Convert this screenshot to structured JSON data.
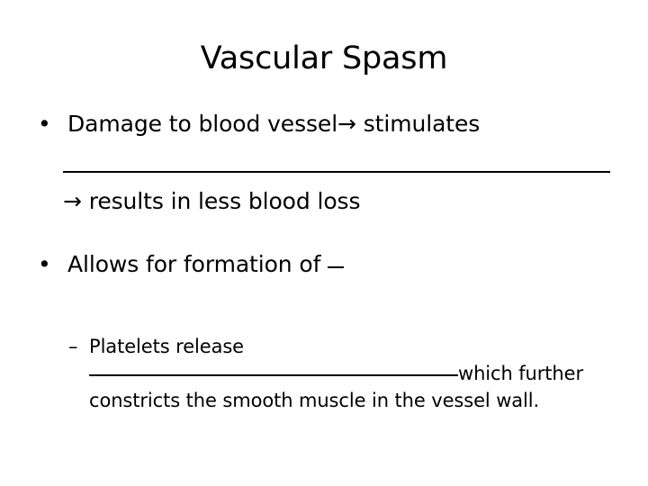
{
  "slide": {
    "title": "Vascular Spasm",
    "background_color": "#ffffff",
    "text_color": "#000000"
  },
  "content": {
    "bullets": [
      {
        "level": 1,
        "marker": "•",
        "text": "Damage to blood vessel→ stimulates",
        "blank_after": "wide"
      },
      {
        "level": 1,
        "marker": "",
        "text": "→ results in less blood loss",
        "blank_after": "none"
      },
      {
        "level": 1,
        "marker": "•",
        "text": "Allows for formation of ",
        "blank_after": "tiny"
      },
      {
        "level": 2,
        "marker": "–",
        "text": "Platelets release",
        "blank_after": "none"
      },
      {
        "level": 2,
        "marker": "",
        "text": " which further",
        "blank_after": "mid"
      },
      {
        "level": 2,
        "marker": "",
        "text": "constricts the smooth muscle in the vessel wall.",
        "blank_after": "none"
      }
    ],
    "line_1_text": "Damage to blood vessel→ stimulates",
    "line_2_text": "→ results in less blood loss",
    "line_3_text": "Allows for formation of ",
    "line_4_text": "Platelets release",
    "line_5_text": "which further",
    "line_6_text": "constricts the smooth muscle in the vessel wall.",
    "bullet_marker_level1": "•",
    "bullet_marker_level2": "–",
    "blank_underscore": "_"
  }
}
